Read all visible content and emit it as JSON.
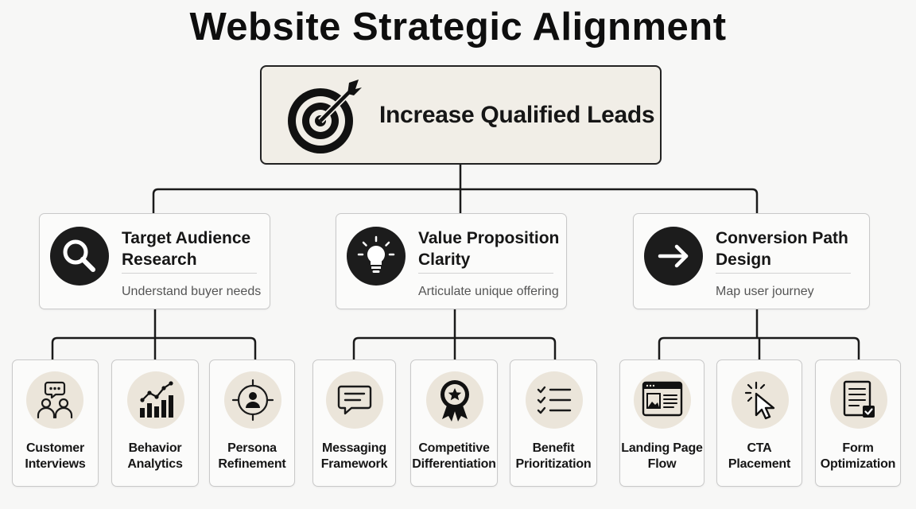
{
  "title": "Website Strategic Alignment",
  "goal": {
    "label": "Increase Qualified Leads",
    "icon": "target-icon"
  },
  "pillars": [
    {
      "title_line1": "Target Audience",
      "title_line2": "Research",
      "subtitle": "Understand buyer needs",
      "icon": "magnifier-icon",
      "tactics": [
        {
          "line1": "Customer",
          "line2": "Interviews",
          "icon": "people-chat-icon"
        },
        {
          "line1": "Behavior",
          "line2": "Analytics",
          "icon": "bar-chart-icon"
        },
        {
          "line1": "Persona",
          "line2": "Refinement",
          "icon": "person-crosshair-icon"
        }
      ]
    },
    {
      "title_line1": "Value Proposition",
      "title_line2": "Clarity",
      "subtitle": "Articulate unique offering",
      "icon": "lightbulb-icon",
      "tactics": [
        {
          "line1": "Messaging",
          "line2": "Framework",
          "icon": "message-icon"
        },
        {
          "line1": "Competitive",
          "line2": "Differentiation",
          "icon": "award-ribbon-icon"
        },
        {
          "line1": "Benefit",
          "line2": "Prioritization",
          "icon": "checklist-icon"
        }
      ]
    },
    {
      "title_line1": "Conversion Path",
      "title_line2": "Design",
      "subtitle": "Map user journey",
      "icon": "arrow-right-icon",
      "tactics": [
        {
          "line1": "Landing Page",
          "line2": "Flow",
          "icon": "browser-page-icon"
        },
        {
          "line1": "CTA",
          "line2": "Placement",
          "icon": "cursor-click-icon"
        },
        {
          "line1": "Form",
          "line2": "Optimization",
          "icon": "form-check-icon"
        }
      ]
    }
  ]
}
